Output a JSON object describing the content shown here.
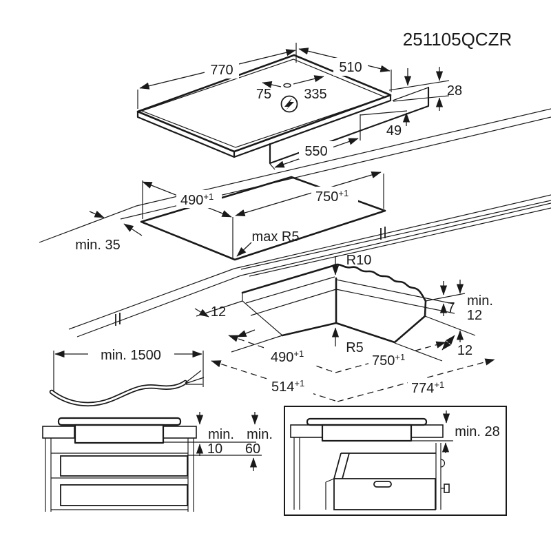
{
  "drawing_number": "251105QCZR",
  "top_view": {
    "width": "770",
    "depth": "510",
    "cord_offset_left": "75",
    "cord_offset_right": "335",
    "height_above": "28",
    "height_below": "49",
    "body_width": "550"
  },
  "cutout_view": {
    "cut_depth": "490",
    "cut_depth_tol": "+1",
    "cut_width": "750",
    "cut_width_tol": "+1",
    "front_clearance": "min. 35",
    "corner_radius": "max R5"
  },
  "flush_view": {
    "top_radius": "R10",
    "bottom_radius": "R5",
    "ledge_left": "12",
    "recess_depth": "7",
    "min_label": "min.",
    "min_thickness": "12",
    "ledge_right": "12",
    "cut_depth": "490",
    "cut_depth_tol": "+1",
    "cut_width": "750",
    "cut_width_tol": "+1",
    "recess_depth_dim": "514",
    "recess_depth_tol": "+1",
    "recess_width_dim": "774",
    "recess_width_tol": "+1"
  },
  "cable_view": {
    "length": "min. 1500"
  },
  "cabinet_view": {
    "top_gap_label": "min.",
    "top_gap": "10",
    "bottom_gap_label": "min.",
    "bottom_gap": "60"
  },
  "oven_view": {
    "clearance": "min. 28"
  }
}
